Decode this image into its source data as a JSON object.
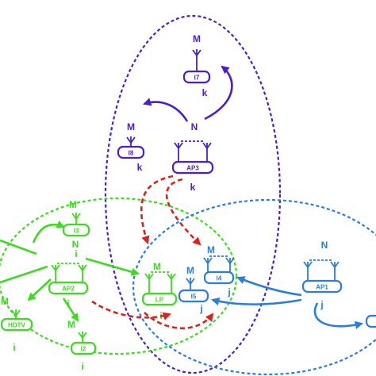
{
  "colors": {
    "purple": "#4b1fd1",
    "green": "#3cdc1e",
    "blue": "#2a7de1",
    "red": "#e0201c"
  },
  "purple_group": {
    "top_node": {
      "role": "M",
      "label": "I7",
      "index": "k"
    },
    "left_node": {
      "role": "M",
      "label": "I8",
      "index": "k"
    },
    "ap_node": {
      "role": "N",
      "label": "AP3",
      "index": "k"
    }
  },
  "green_group": {
    "i3_node": {
      "role": "M",
      "label": "I3"
    },
    "ap_node": {
      "role": "N",
      "label": "AP2",
      "index": "i"
    },
    "lp_node": {
      "role": "M",
      "label": "LP",
      "index": "i"
    },
    "hdtv_node": {
      "role": "M",
      "label": "HDTV",
      "index": "i"
    },
    "i2_node": {
      "role": "M",
      "label": "I2",
      "index": "i"
    },
    "i3_index": "i"
  },
  "blue_group": {
    "i4_node": {
      "role": "M",
      "label": "I4",
      "index": "j"
    },
    "i5_node": {
      "label": "I5",
      "index": "j"
    },
    "ap_node": {
      "role": "N",
      "label": "AP1",
      "index": "j"
    }
  }
}
